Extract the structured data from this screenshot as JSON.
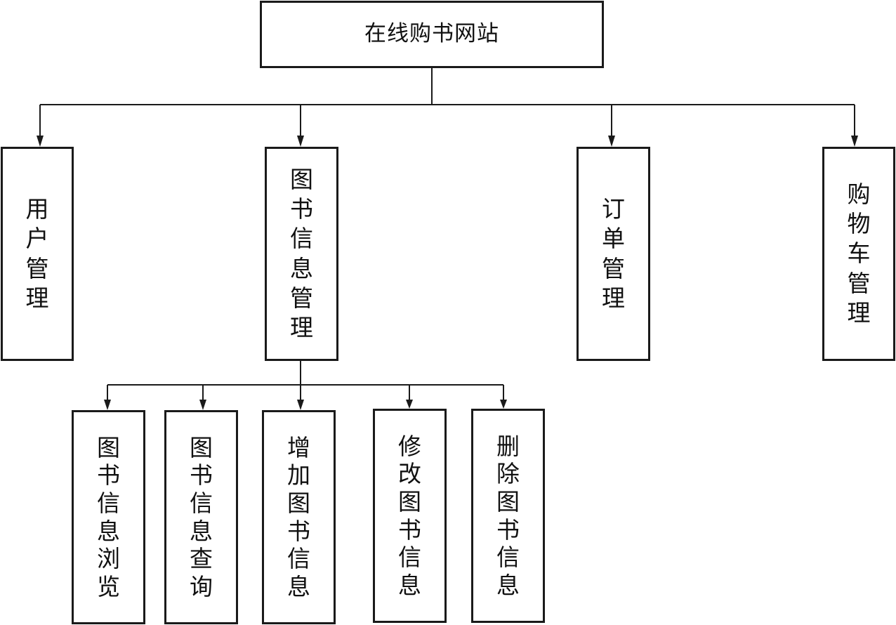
{
  "diagram": {
    "root": {
      "label": "在线购书网站"
    },
    "modules": [
      {
        "label": "用户管理"
      },
      {
        "label": "图书信息管理"
      },
      {
        "label": "订单管理"
      },
      {
        "label": "购物车管理"
      }
    ],
    "book_submodules": [
      {
        "label": "图书信息浏览"
      },
      {
        "label": "图书信息查询"
      },
      {
        "label": "增加图书信息"
      },
      {
        "label": "修改图书信息"
      },
      {
        "label": "删除图书信息"
      }
    ]
  }
}
